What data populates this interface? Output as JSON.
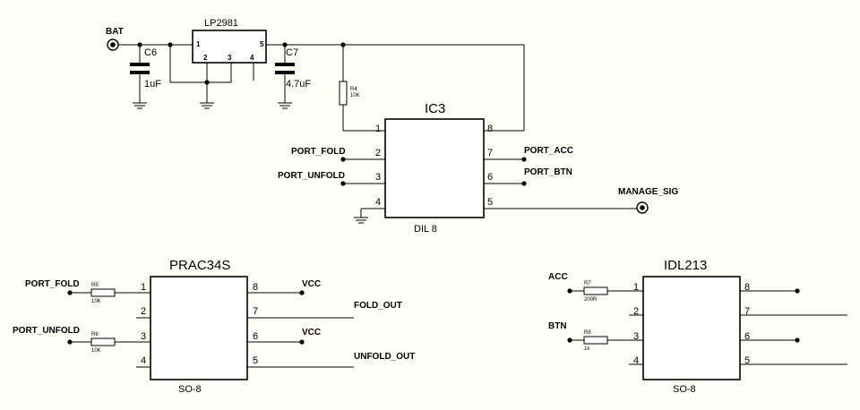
{
  "components": {
    "lp2981": {
      "name": "LP2981",
      "pins": [
        "1",
        "2",
        "3",
        "4",
        "5"
      ]
    },
    "c6": {
      "ref": "C6",
      "value": "1uF"
    },
    "c7": {
      "ref": "C7",
      "value": "4.7uF"
    },
    "r4": {
      "ref": "R4",
      "value": "10K"
    },
    "ic3": {
      "name": "IC3",
      "package": "DIL 8",
      "pins": [
        "1",
        "2",
        "3",
        "4",
        "5",
        "6",
        "7",
        "8"
      ]
    },
    "prac34s": {
      "name": "PRAC34S",
      "package": "SO-8",
      "pins": [
        "1",
        "2",
        "3",
        "4",
        "5",
        "6",
        "7",
        "8"
      ]
    },
    "idl213": {
      "name": "IDL213",
      "package": "SO-8",
      "pins": [
        "1",
        "2",
        "3",
        "4",
        "5",
        "6",
        "7",
        "8"
      ]
    },
    "r5": {
      "ref": "R5",
      "value": "10K"
    },
    "r6": {
      "ref": "R6",
      "value": "10K"
    },
    "r7": {
      "ref": "R7",
      "value": "200R"
    },
    "r8": {
      "ref": "R8",
      "value": "1k"
    }
  },
  "nets": {
    "bat": "BAT",
    "port_fold": "PORT_FOLD",
    "port_unfold": "PORT_UNFOLD",
    "port_acc": "PORT_ACC",
    "port_btn": "PORT_BTN",
    "manage_sig": "MANAGE_SIG",
    "vcc": "VCC",
    "fold_out": "FOLD_OUT",
    "unfold_out": "UNFOLD_OUT",
    "acc": "ACC",
    "btn": "BTN"
  },
  "colors": {
    "background": "#fffff8",
    "ink": "#000000"
  }
}
